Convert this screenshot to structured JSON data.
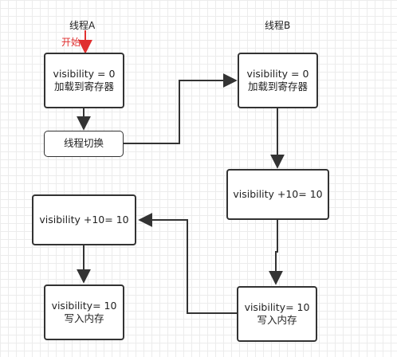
{
  "headers": {
    "thread_a": "线程A",
    "thread_b": "线程B"
  },
  "start_label": "开始",
  "boxes": {
    "a1": {
      "line1": "visibility = 0",
      "line2": "加载到寄存器"
    },
    "switch": {
      "line1": "线程切换"
    },
    "b1": {
      "line1": "visibility = 0",
      "line2": "加载到寄存器"
    },
    "b2": {
      "line1": "visibility +10= 10"
    },
    "a2": {
      "line1": "visibility +10= 10"
    },
    "a3": {
      "line1": "visibility= 10",
      "line2": "写入内存"
    },
    "b3": {
      "line1": "visibility= 10",
      "line2": "写入内存"
    }
  },
  "colors": {
    "start_marker": "#e03030",
    "stroke": "#333333"
  }
}
